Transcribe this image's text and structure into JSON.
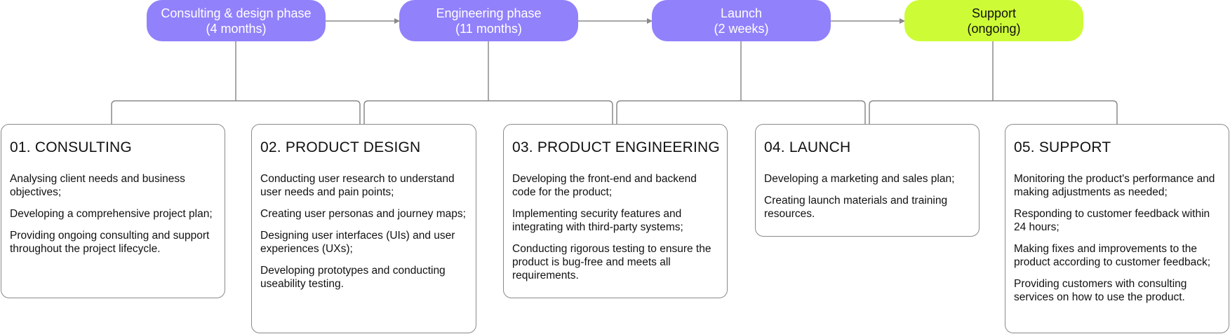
{
  "colors": {
    "phase_purple": "#9181fb",
    "phase_lime": "#cdfc36",
    "connector_gray": "#8a8a8a",
    "card_border": "#8a8a8a"
  },
  "phases": [
    {
      "line1": "Consulting & design phase",
      "line2": "(4 months)"
    },
    {
      "line1": "Engineering phase",
      "line2": "(11 months)"
    },
    {
      "line1": "Launch",
      "line2": "(2 weeks)"
    },
    {
      "line1": "Support",
      "line2": "(ongoing)"
    }
  ],
  "stages": [
    {
      "title": "01. CONSULTING",
      "items": [
        "Analysing client needs and business objectives;",
        "Developing a comprehensive project plan;",
        "Providing ongoing consulting and support throughout the project lifecycle."
      ]
    },
    {
      "title": "02. PRODUCT DESIGN",
      "items": [
        "Conducting user research to understand user needs and pain points;",
        "Creating user personas and journey maps;",
        "Designing user interfaces (UIs) and user experiences (UXs);",
        "Developing prototypes and conducting useability testing."
      ]
    },
    {
      "title": "03. PRODUCT ENGINEERING",
      "items": [
        "Developing the front-end and backend code for the product;",
        "Implementing security features and integrating with third-party systems;",
        "Conducting rigorous testing to ensure the product is bug-free and meets all requirements."
      ]
    },
    {
      "title": "04. LAUNCH",
      "items": [
        "Developing a marketing and sales plan;",
        "Creating launch materials and training resources."
      ]
    },
    {
      "title": "05. SUPPORT",
      "items": [
        "Monitoring the product's performance and making adjustments as needed;",
        "Responding to customer feedback within 24 hours;",
        "Making fixes and improvements to the product according to customer feedback;",
        "Providing customers with consulting services on how to use the product."
      ]
    }
  ]
}
